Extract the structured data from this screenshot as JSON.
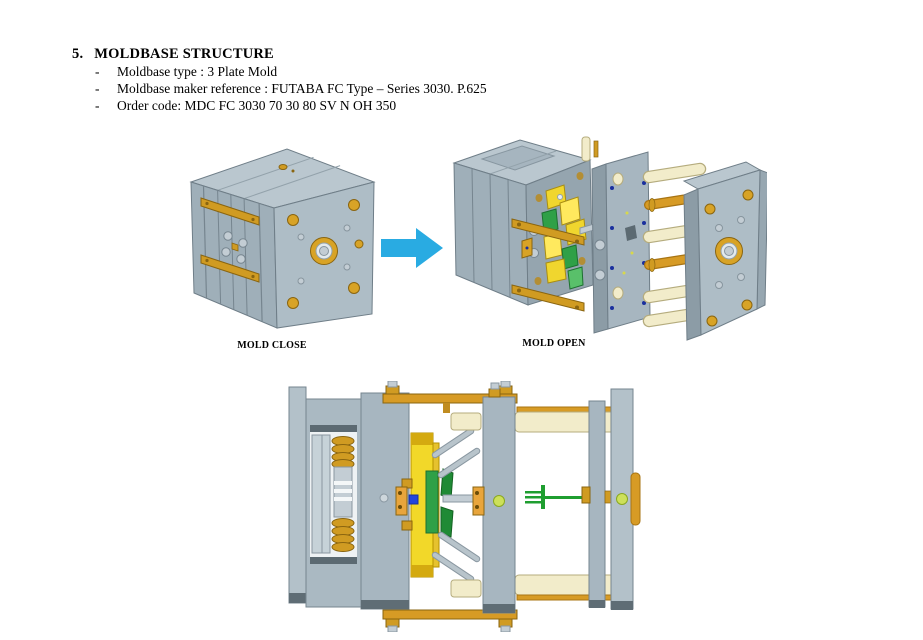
{
  "document": {
    "section_number": "5.",
    "section_title": "MOLDBASE STRUCTURE",
    "bullet_marker": "-",
    "bullets": [
      "Moldbase type : 3 Plate Mold",
      "Moldbase maker reference : FUTABA FC Type – Series 3030. P.625",
      "Order code: MDC FC 3030 70 30 80 SV N OH 350"
    ]
  },
  "figures": {
    "mold_close": {
      "caption": "MOLD CLOSE"
    },
    "mold_open": {
      "caption": "MOLD OPEN"
    },
    "transition_arrow": {
      "icon": "arrow-right-icon",
      "direction": "right"
    }
  },
  "colors": {
    "background": "#ffffff",
    "text": "#000000",
    "arrow_blue": "#29abe2",
    "plate_steel": "#a3b2bc",
    "plate_steel_light": "#bac7cf",
    "plate_steel_dark": "#8c9ca6",
    "brass_gold": "#d09b22",
    "insert_yellow": "#f0d62e",
    "insert_green": "#2fa047",
    "molded_part_green": "#1f8a35",
    "runner_green": "#1f9e30",
    "pillar_cream": "#f2ecca",
    "bolt_silver": "#c3cdd4",
    "dot_navy": "#1a2f9e",
    "catch_yellow_green": "#cde05a"
  }
}
